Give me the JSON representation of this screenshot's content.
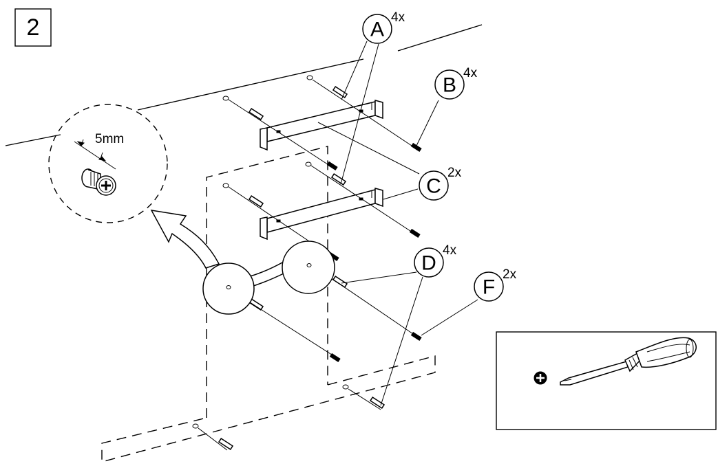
{
  "step": {
    "number": "2"
  },
  "detail": {
    "dimension": "5mm"
  },
  "parts": [
    {
      "letter": "A",
      "qty": "4x"
    },
    {
      "letter": "B",
      "qty": "4x"
    },
    {
      "letter": "C",
      "qty": "2x"
    },
    {
      "letter": "D",
      "qty": "4x"
    },
    {
      "letter": "F",
      "qty": "2x"
    }
  ],
  "tool": {
    "name": "phillips-screwdriver-icon"
  }
}
